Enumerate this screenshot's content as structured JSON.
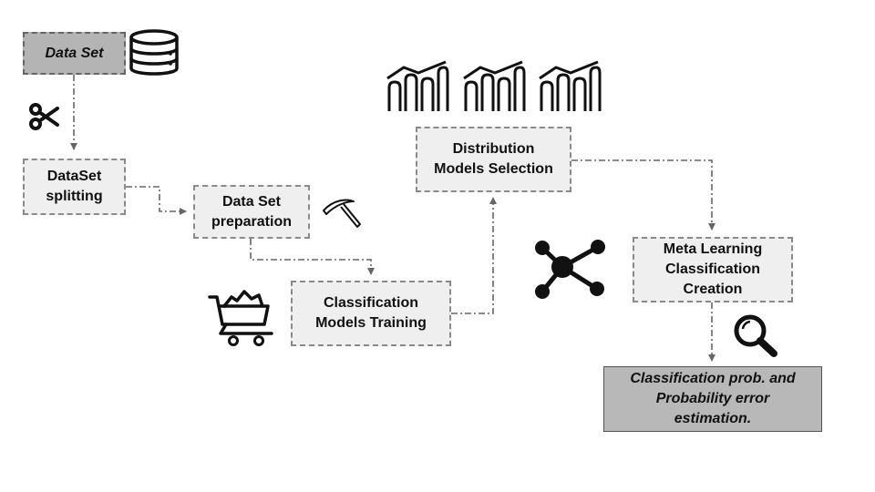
{
  "nodes": {
    "dataset": "Data Set",
    "splitting": "DataSet\nsplitting",
    "preparation": "Data Set\npreparation",
    "training": "Classification\nModels Training",
    "distribution": "Distribution\nModels Selection",
    "meta": "Meta Learning\nClassification\nCreation",
    "output": "Classification prob. and\nProbability error\nestimation."
  },
  "icons": [
    "database-icon",
    "scissors-icon",
    "pickaxe-icon",
    "mining-cart-icon",
    "bar-chart-icon",
    "network-icon",
    "magnifier-icon"
  ],
  "colors": {
    "box_fill": "#efefef",
    "box_dark_fill": "#b4b4b4",
    "line": "#666666"
  }
}
